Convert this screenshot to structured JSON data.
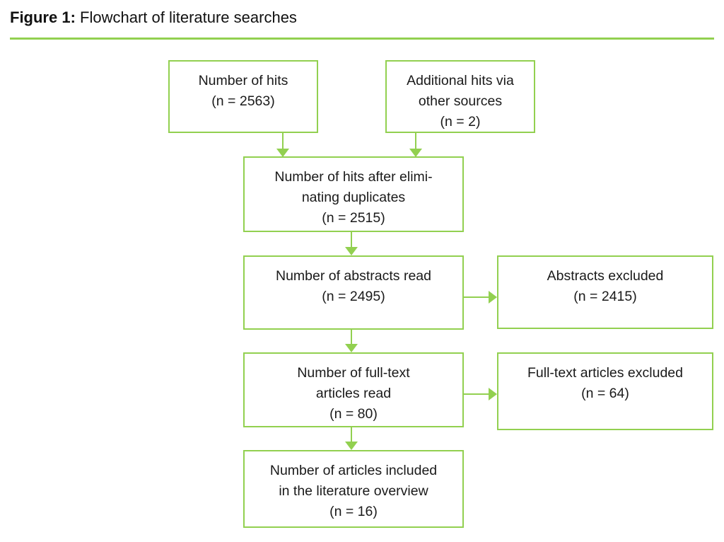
{
  "title": {
    "figure_label": "Figure 1:",
    "text": " Flowchart of literature searches"
  },
  "colors": {
    "accent_green": "#92D050",
    "text_color": "#1A1A1A"
  },
  "flowchart": {
    "boxes": {
      "hits": {
        "lines": [
          "Number of hits",
          "(n = 2563)"
        ],
        "count": 2563
      },
      "additional": {
        "lines": [
          "Additional hits via",
          "other sources",
          "(n = 2)"
        ],
        "count": 2
      },
      "deduplicated": {
        "lines": [
          "Number of hits after elimi-",
          "nating duplicates",
          "(n = 2515)"
        ],
        "count": 2515
      },
      "abstracts_read": {
        "lines": [
          "Number of abstracts read",
          "(n = 2495)"
        ],
        "count": 2495
      },
      "abstracts_excluded": {
        "lines": [
          "Abstracts excluded",
          "(n = 2415)"
        ],
        "count": 2415
      },
      "fulltext_read": {
        "lines": [
          "Number of full-text",
          "articles read",
          "(n = 80)"
        ],
        "count": 80
      },
      "fulltext_excluded": {
        "lines": [
          "Full-text articles excluded",
          "(n = 64)"
        ],
        "count": 64
      },
      "included": {
        "lines": [
          "Number of articles included",
          "in the literature overview",
          "(n = 16)"
        ],
        "count": 16
      }
    }
  }
}
